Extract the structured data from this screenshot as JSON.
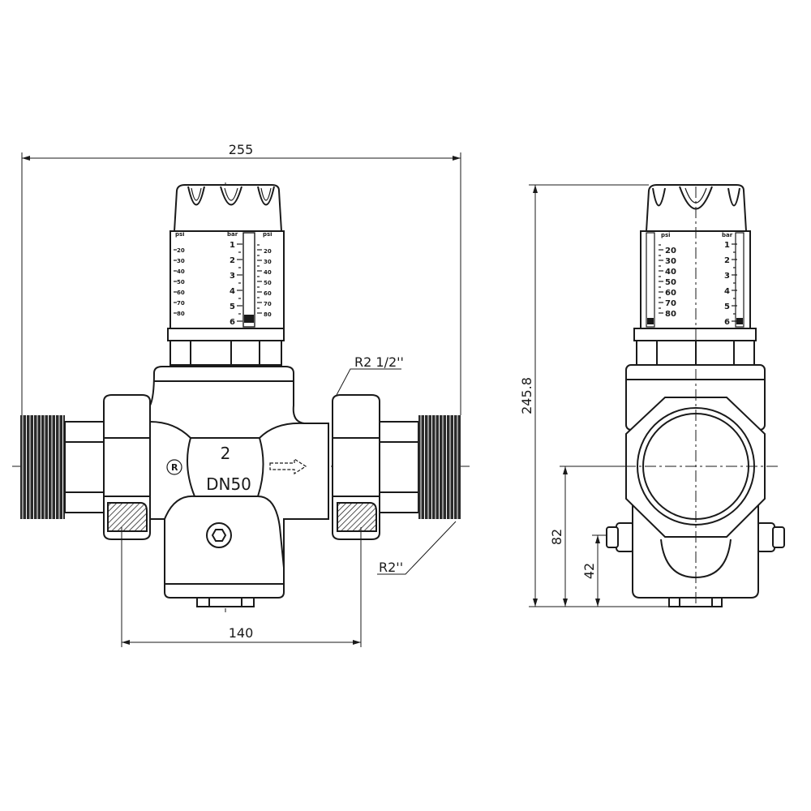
{
  "dimensions": {
    "overall_width": "255",
    "connection_spacing": "140",
    "overall_height": "245.8",
    "axis_height": "82",
    "port_height": "42"
  },
  "thread_labels": {
    "inlet_body": "R2 1/2''",
    "outlet_thread": "R2''"
  },
  "body_markings": {
    "size_number": "2",
    "nominal_diameter": "DN50",
    "logo": "R"
  },
  "gauge_scale": {
    "bar_unit": "bar",
    "psi_unit": "psi",
    "bar_values": [
      "1",
      "2",
      "3",
      "4",
      "5",
      "6"
    ],
    "psi_values": [
      "20",
      "30",
      "40",
      "50",
      "60",
      "70",
      "80"
    ]
  }
}
